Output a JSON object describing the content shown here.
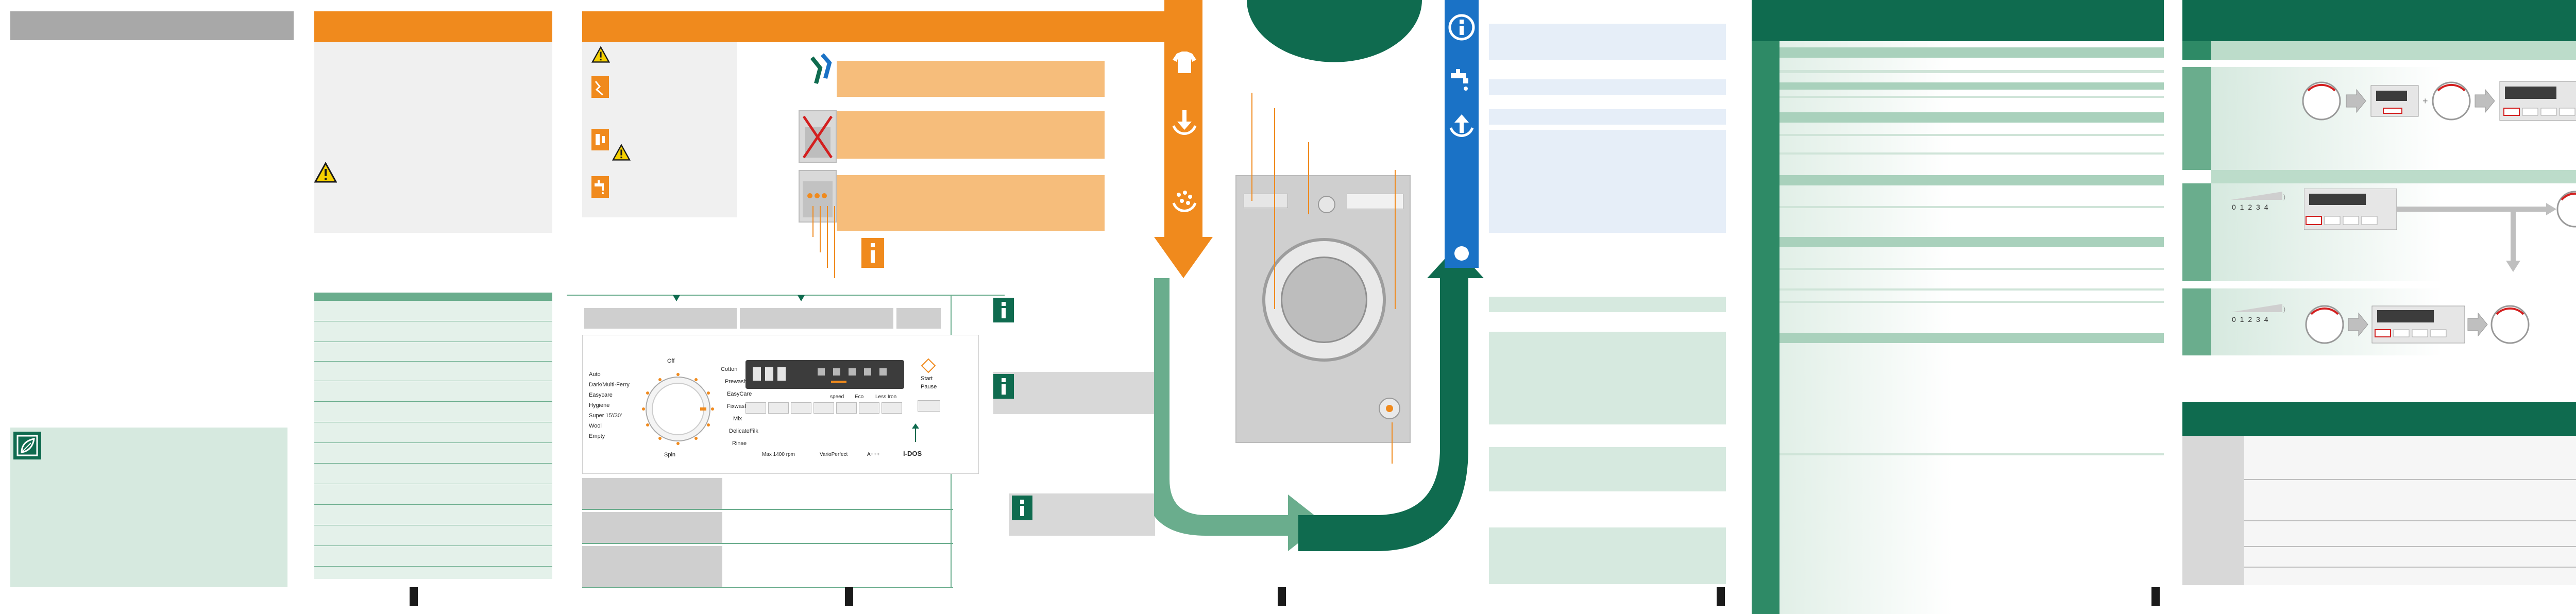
{
  "colors": {
    "orange": "#f08a1d",
    "light_orange": "#f6bd7b",
    "dark_green": "#0f6b4f",
    "mint": "#d6e9df",
    "light_green": "#6aad8d",
    "blue": "#1a72c6",
    "grey": "#aaaaaa"
  },
  "control_panel": {
    "dial_top": "Off",
    "programs_left": [
      "Auto",
      "Dark/Multi-Ferry",
      "Easycare",
      "Hygiene",
      "Super 15'/30'",
      "Wool",
      "Empty"
    ],
    "programs_right": [
      "Cotton",
      "Prewash",
      "EasyCare",
      "Fixwash",
      "Mix",
      "DelicateFilk",
      "Rinse"
    ],
    "dial_bottom": "Spin",
    "display_labels": [
      "speed",
      "Eco",
      "Less Iron"
    ],
    "start_label_1": "Start",
    "start_label_2": "Pause",
    "bottom_texts": [
      "Max 1400 rpm",
      "VarioPerfect",
      "A+++"
    ],
    "model_badge": "i-DOS"
  },
  "step_panels": {
    "scale_1": "0 1 2 3 4",
    "scale_2": "0 1 2 3 4"
  },
  "icons": [
    "warning-icon",
    "plug-icon",
    "water-tap-icon",
    "info-icon",
    "shirt-icon",
    "download-arrow-icon",
    "spin-icon",
    "shirt-hanger-icon",
    "upload-arrow-icon",
    "leaf-icon"
  ]
}
